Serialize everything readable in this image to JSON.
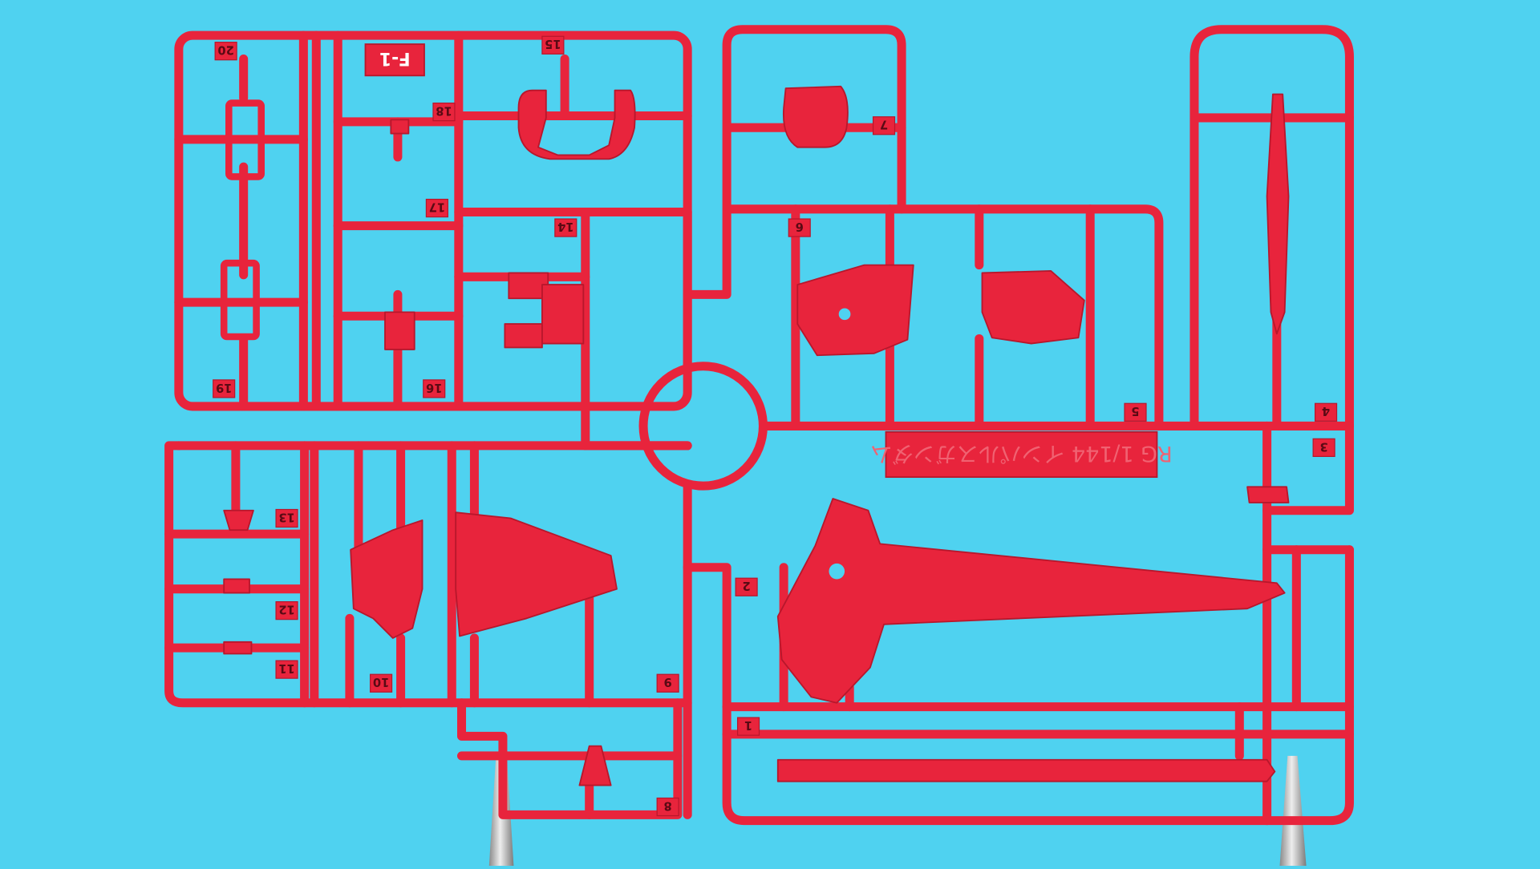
{
  "photo": {
    "background_color": "#4fd2f0",
    "runner_color": "#e8243c",
    "runner_shadow_color": "#b8172c",
    "stand_color": "#c9c9c9"
  },
  "sprue": {
    "tag": "F-1",
    "title_plate": "RG 1/144 インパルスガンダム",
    "part_numbers": [
      "1",
      "2",
      "3",
      "4",
      "5",
      "6",
      "7",
      "8",
      "9",
      "10",
      "11",
      "12",
      "13",
      "14",
      "15",
      "16",
      "17",
      "18",
      "19",
      "20"
    ]
  }
}
